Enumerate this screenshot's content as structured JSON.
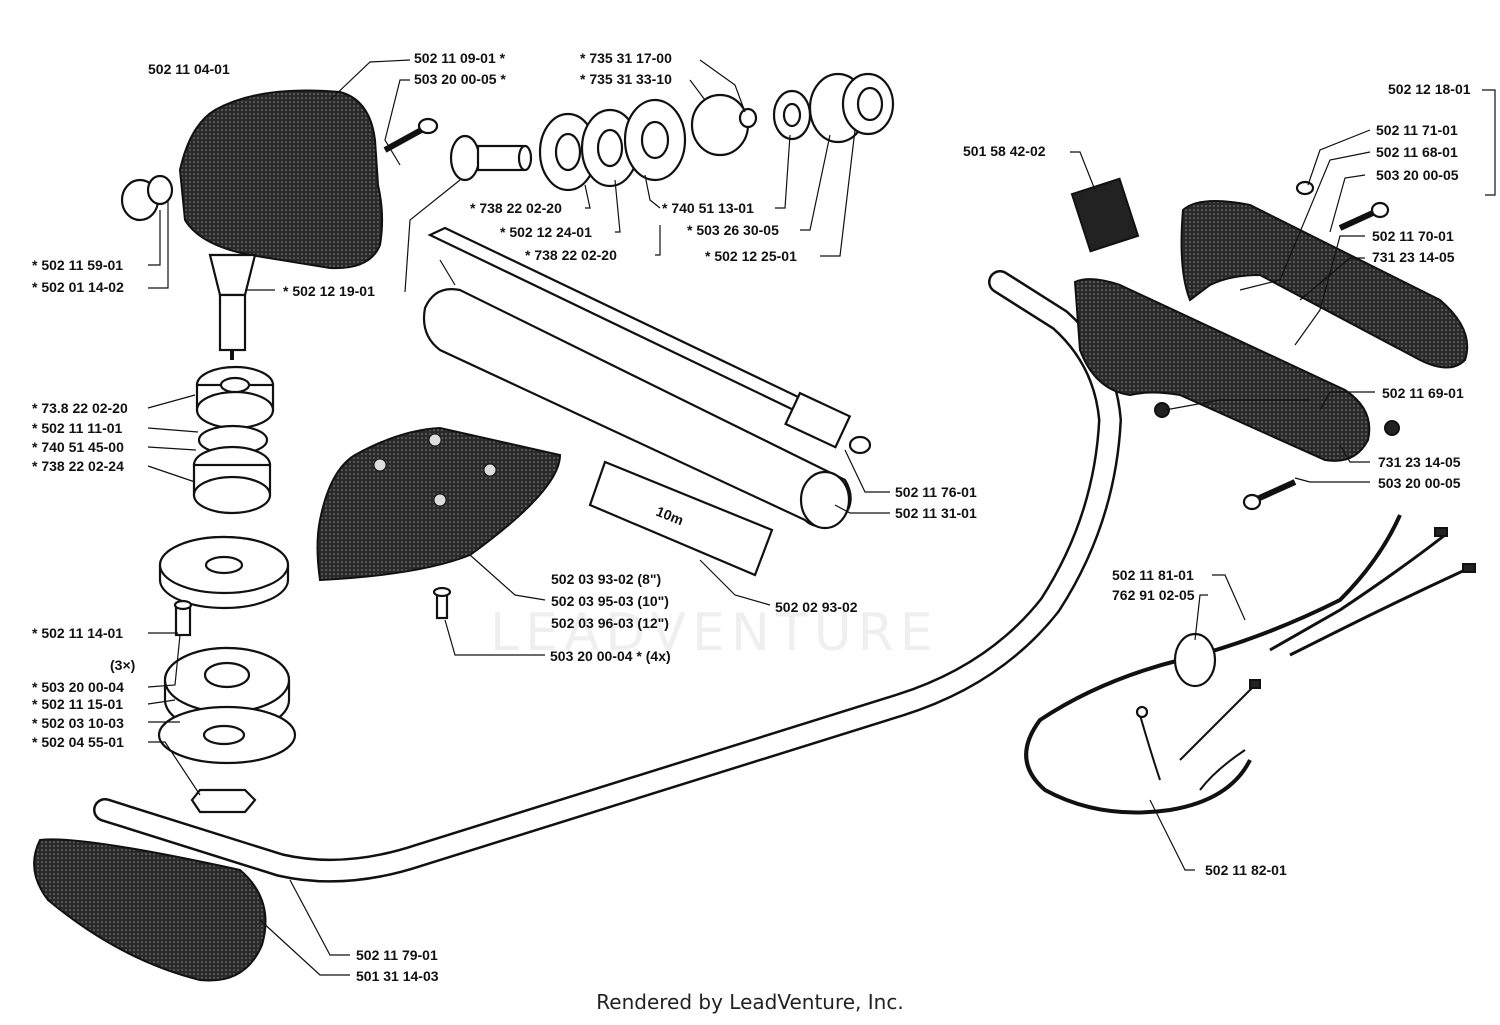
{
  "labels": {
    "l_502110401": "502 11 04-01",
    "l_502110901": "502 11 09-01  *",
    "l_503200005": "503 20 00-05  *",
    "l_735311700": "*  735 31 17-00",
    "l_735313310": "*  735 31 33-10",
    "l_502121801": "502 12 18-01",
    "l_501584202": "501 58 42-02",
    "l_502117101": "502 11 71-01",
    "l_502116801": "502 11 68-01",
    "l_503200005b": "503 20 00-05",
    "l_502117001": "502 11 70-01",
    "l_731231405": "731 23 14-05",
    "l_502115901": "*  502 11 59-01",
    "l_502011402": "*  502 01 14-02",
    "l_502121901": "*  502 12 19-01",
    "l_738220220a": "*  738 22 02-20",
    "l_502122401": "*  502 12 24-01",
    "l_738220220b": "*  738 22 02-20",
    "l_740511301": "*  740 51 13-01",
    "l_503263005": "*  503 26 30-05",
    "l_502122501": "*  502 12 25-01",
    "l_738220220c": "*  73.8 22 02-20",
    "l_502111101": "*  502 11 11-01",
    "l_740514500": "*  740 51 45-00",
    "l_738220224": "*  738 22 02-24",
    "l_502117601": "502 11 76-01",
    "l_502113101": "502 11 31-01",
    "l_502116901": "502 11 69-01",
    "l_731231405b": "731 23 14-05",
    "l_503200005c": "503 20 00-05",
    "l_502039302": "502 03 93-02 (8\")",
    "l_502039503": "502 03 95-03 (10\")",
    "l_502039603": "502 03 96-03 (12\")",
    "l_502029302": "502 02 93-02",
    "l_503200004": "503 20 00-04  * (4x)",
    "l_502111401": "*  502 11 14-01",
    "l_3x": "(3×)",
    "l_503200004b": "*  503 20 00-04",
    "l_502111501": "*  502 11 15-01",
    "l_502031003": "*  502 03 10-03",
    "l_502045501": "*  502 04 55-01",
    "l_502118101": "502 11 81-01",
    "l_762910205": "762 91 02-05",
    "l_502118201": "502 11 82-01",
    "l_502117901": "502 11 79-01",
    "l_501311403": "501 31 14-03"
  },
  "decal_text": "10m",
  "watermark": "LEADVENTURE",
  "footer": "Rendered by LeadVenture, Inc."
}
